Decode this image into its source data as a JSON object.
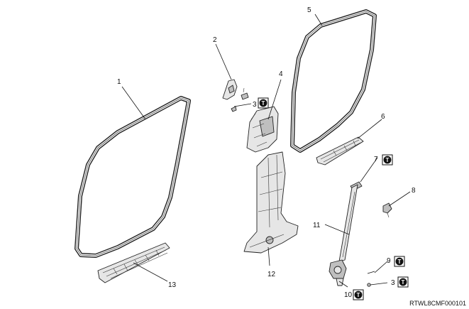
{
  "figure_code": "RTWL8CMF000101",
  "callouts": [
    {
      "id": "c1",
      "label": "1",
      "torque": false
    },
    {
      "id": "c2",
      "label": "2",
      "torque": false
    },
    {
      "id": "c3a",
      "label": "3",
      "torque": true
    },
    {
      "id": "c4",
      "label": "4",
      "torque": false
    },
    {
      "id": "c5",
      "label": "5",
      "torque": false
    },
    {
      "id": "c6",
      "label": "6",
      "torque": false
    },
    {
      "id": "c7",
      "label": "7",
      "torque": true
    },
    {
      "id": "c8",
      "label": "8",
      "torque": false
    },
    {
      "id": "c9",
      "label": "9",
      "torque": true
    },
    {
      "id": "c3b",
      "label": "3",
      "torque": true
    },
    {
      "id": "c10",
      "label": "10",
      "torque": true
    },
    {
      "id": "c11",
      "label": "11",
      "torque": false
    },
    {
      "id": "c12",
      "label": "12",
      "torque": false
    },
    {
      "id": "c13",
      "label": "13",
      "torque": false
    }
  ],
  "torque_symbol": "T"
}
